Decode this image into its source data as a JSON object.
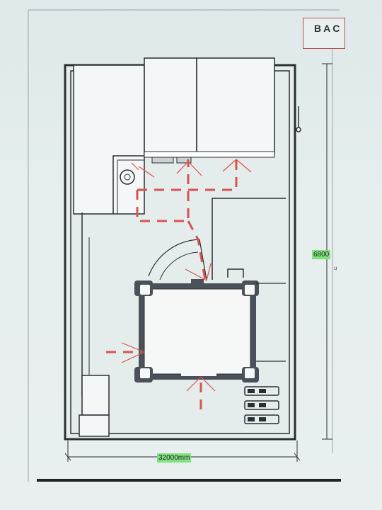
{
  "drawing": {
    "title_text": "BAC",
    "width_dimension": "32000mm",
    "height_dimension": "6800",
    "cut_text": "u",
    "arrow_color": "#d9534f",
    "dashed_color": "#d9534f",
    "line_color": "#2a2f33",
    "highlight_color": "#7fe27f"
  }
}
